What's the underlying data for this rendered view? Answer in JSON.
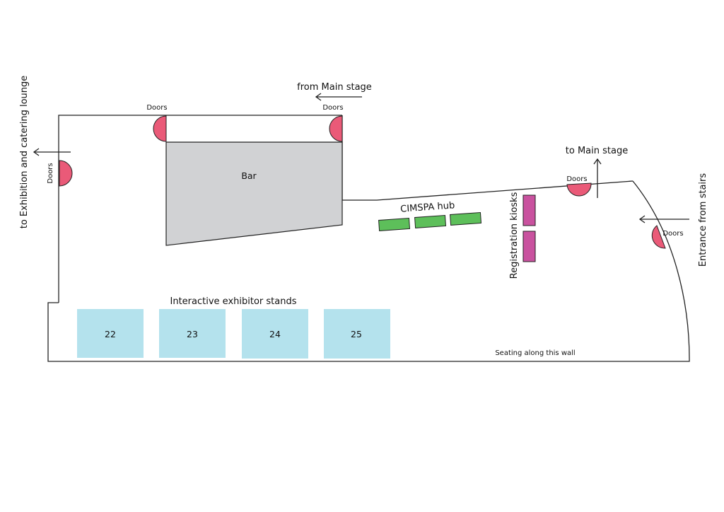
{
  "colors": {
    "door": "#ea5a78",
    "bar": "#d1d2d4",
    "stand": "#b4e2ed",
    "cimspa": "#5dbf5a",
    "kiosk": "#c9529f",
    "wall": "#222222"
  },
  "labels": {
    "from_main_stage": "from Main stage",
    "to_main_stage": "to Main stage",
    "to_exhibition": "to Exhibition and catering lounge",
    "entrance_stairs": "Entrance from stairs",
    "bar": "Bar",
    "cimspa_hub": "CIMSPA hub",
    "registration_kiosks": "Registration kiosks",
    "interactive_stands": "Interactive exhibitor stands",
    "seating": "Seating along this wall"
  },
  "doors": {
    "left": "Doors",
    "top_left": "Doors",
    "top_right": "Doors",
    "right_top": "Doors",
    "right_side": "Doors"
  },
  "stands": [
    "22",
    "23",
    "24",
    "25"
  ],
  "icons": {
    "door": "door-swing-icon",
    "arrow": "direction-arrow-icon"
  }
}
